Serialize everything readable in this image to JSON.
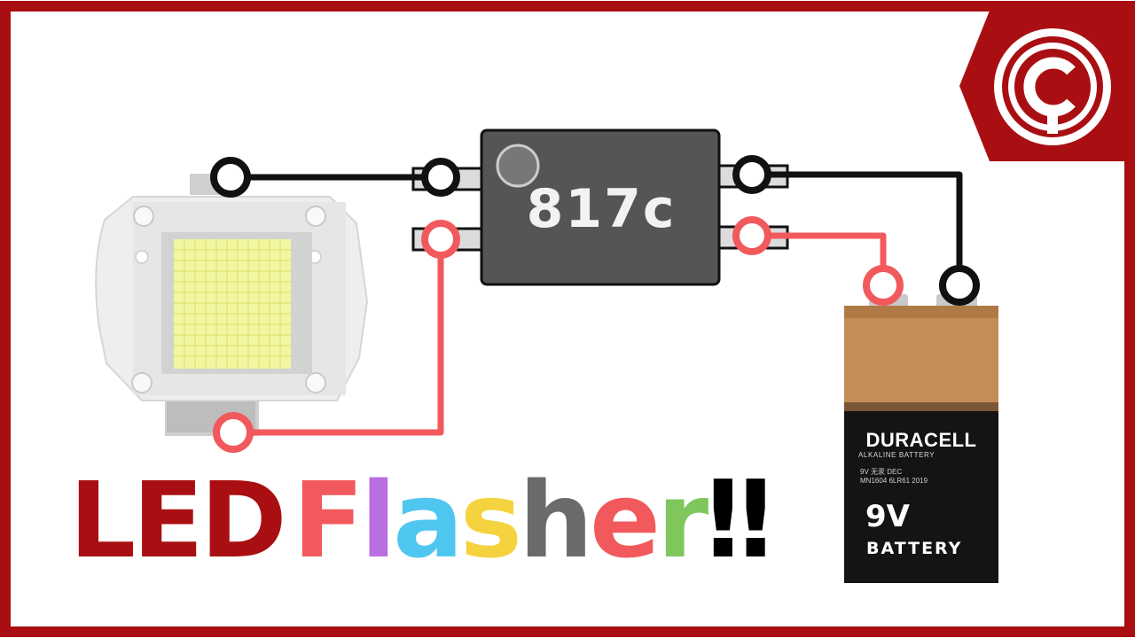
{
  "title": {
    "led": "LED",
    "flasher_letters": [
      "F",
      "l",
      "a",
      "s",
      "h",
      "e",
      "r"
    ],
    "exclaim": "!!"
  },
  "ic": {
    "label": "817c"
  },
  "battery": {
    "brand": "DURACELL",
    "sub": "ALKALINE BATTERY",
    "fine_line1": "9V  无汞  DEC",
    "fine_line2": "MN1604  6LR61  2019",
    "voltage": "9V",
    "word": "BATTERY"
  },
  "colors": {
    "frame": "#a90f12",
    "wire_positive": "#f2595c",
    "wire_negative": "#111111",
    "ic_body": "#555555",
    "flasher": [
      "#f2595c",
      "#f2595c",
      "#b96fe0",
      "#4fc6f0",
      "#f5d33f",
      "#6b6b6b",
      "#f2595c",
      "#7fc75d"
    ]
  },
  "icons": {
    "logo": "c-logo-icon",
    "led_chip": "cob-led-icon"
  }
}
